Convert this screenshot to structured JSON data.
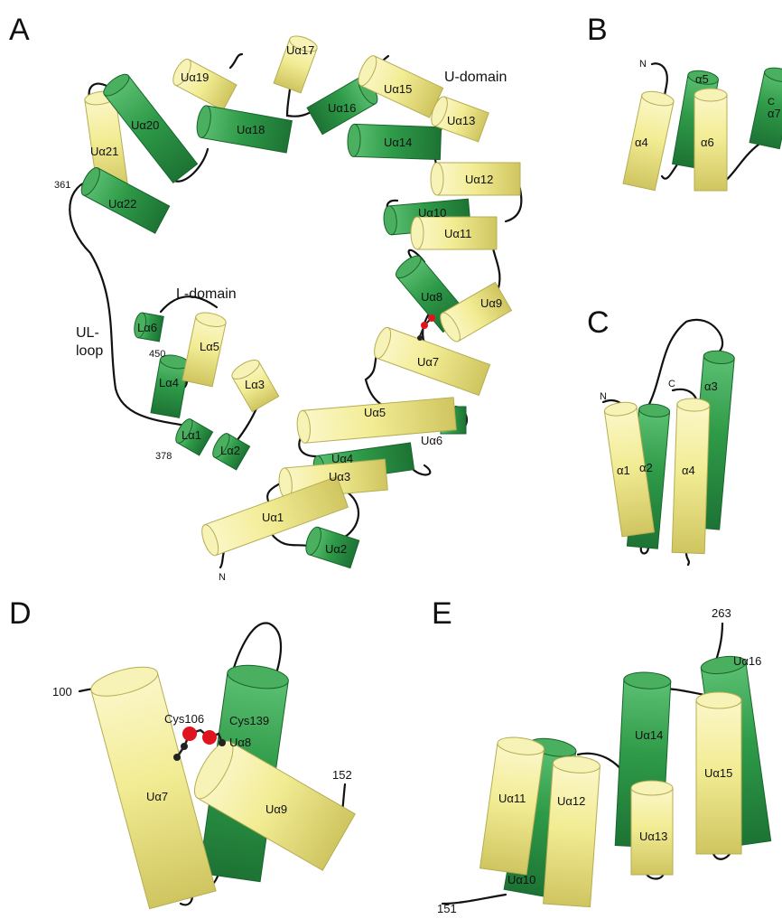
{
  "colors": {
    "yellow_body": "#f2ec94",
    "yellow_cap": "#f7f2b6",
    "yellow_edge": "#b5ad52",
    "green_body": "#2e9a48",
    "green_cap": "#4ab060",
    "green_edge": "#16652b",
    "disulfide_atom": "#e0141e",
    "sulfur_chain": "#222222"
  },
  "panels": {
    "A": {
      "letter": "A",
      "domain_labels": [
        "U-domain",
        "L-domain"
      ],
      "ul_loop_line1": "UL-",
      "ul_loop_line2": "loop",
      "residue_numbers": [
        "361",
        "450",
        "378"
      ],
      "terminus": "N",
      "helices": [
        "Uα1",
        "Uα2",
        "Uα3",
        "Uα4",
        "Uα5",
        "Uα6",
        "Uα7",
        "Uα8",
        "Uα9",
        "Uα10",
        "Uα11",
        "Uα12",
        "Uα13",
        "Uα14",
        "Uα15",
        "Uα16",
        "Uα17",
        "Uα18",
        "Uα19",
        "Uα20",
        "Uα21",
        "Uα22",
        "Lα1",
        "Lα2",
        "Lα3",
        "Lα4",
        "Lα5",
        "Lα6"
      ]
    },
    "B": {
      "letter": "B",
      "terminus_n": "N",
      "terminus_c": "C",
      "helices": [
        "α4",
        "α5",
        "α6",
        "α7"
      ]
    },
    "C": {
      "letter": "C",
      "terminus_n": "N",
      "terminus_c": "C",
      "helices": [
        "α1",
        "α2",
        "α3",
        "α4"
      ]
    },
    "D": {
      "letter": "D",
      "residues": [
        "100",
        "152"
      ],
      "cysteines": [
        "Cys106",
        "Cys139"
      ],
      "helices": [
        "Uα7",
        "Uα8",
        "Uα9"
      ]
    },
    "E": {
      "letter": "E",
      "residues": [
        "263",
        "151"
      ],
      "helices": [
        "Uα11",
        "Uα12",
        "Uα13",
        "Uα14",
        "Uα15",
        "Uα16",
        "Uα10"
      ]
    }
  }
}
